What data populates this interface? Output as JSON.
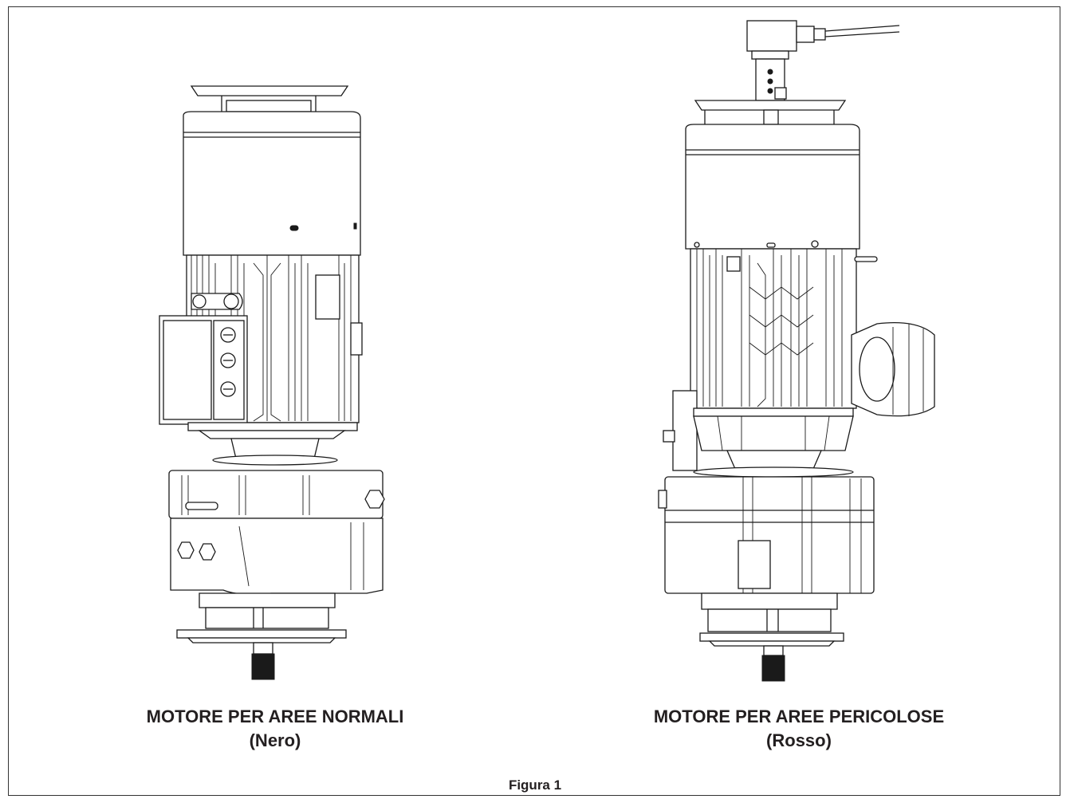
{
  "figure": {
    "label": "Figura 1",
    "left_motor": {
      "title": "MOTORE PER AREE NORMALI",
      "subtitle": "(Nero)"
    },
    "right_motor": {
      "title": "MOTORE PER AREE PERICOLOSE",
      "subtitle": "(Rosso)"
    }
  }
}
